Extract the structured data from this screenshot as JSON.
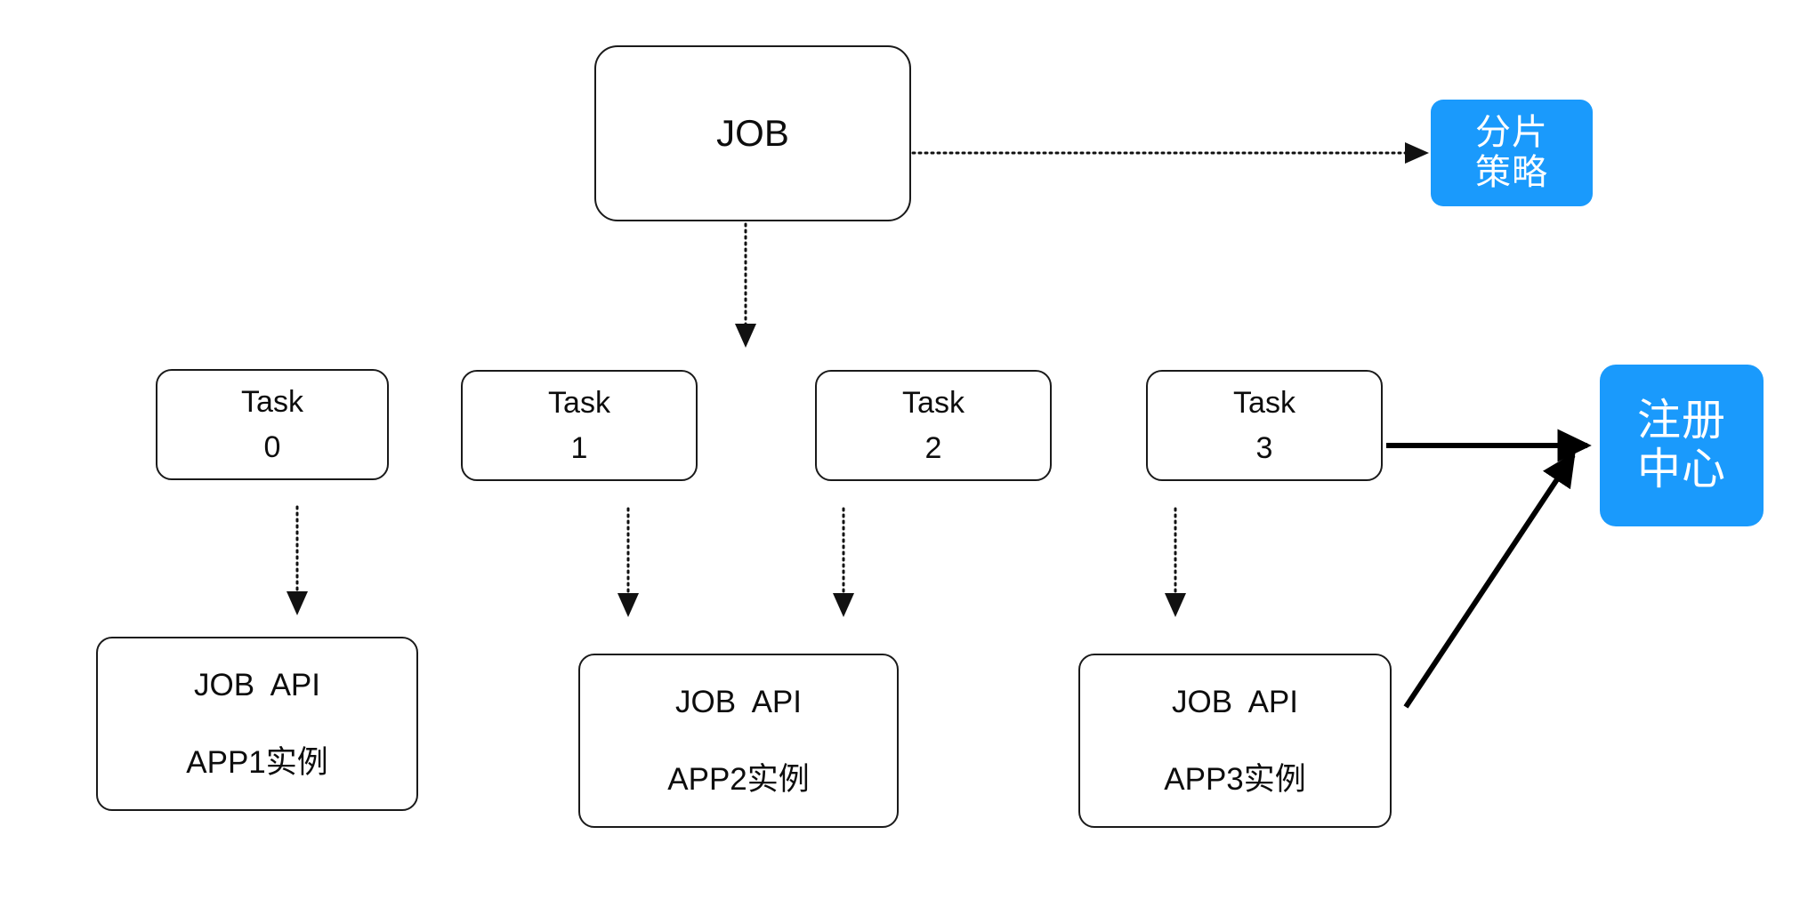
{
  "diagram": {
    "title": "JOB sharding and registry architecture",
    "colors": {
      "accent_blue": "#1a9afc",
      "stroke": "#1a1a1a",
      "background": "#ffffff",
      "blue_text": "#ffffff"
    },
    "nodes": {
      "job": {
        "label": "JOB"
      },
      "shard_strategy": {
        "line1": "分片",
        "line2": "策略"
      },
      "registry": {
        "line1": "注册",
        "line2": "中心"
      },
      "tasks": [
        {
          "line1": "Task",
          "line2": "0"
        },
        {
          "line1": "Task",
          "line2": "1"
        },
        {
          "line1": "Task",
          "line2": "2"
        },
        {
          "line1": "Task",
          "line2": "3"
        }
      ],
      "apps": [
        {
          "line1": "JOB  API",
          "line2": "APP1实例"
        },
        {
          "line1": "JOB  API",
          "line2": "APP2实例"
        },
        {
          "line1": "JOB  API",
          "line2": "APP3实例"
        }
      ]
    },
    "edges": [
      {
        "name": "job-to-shard-strategy",
        "style": "dotted",
        "from": "JOB",
        "to": "分片策略"
      },
      {
        "name": "job-to-tasks",
        "style": "dotted",
        "from": "JOB",
        "to": "Task 1"
      },
      {
        "name": "task0-to-app1",
        "style": "dotted",
        "from": "Task 0",
        "to": "APP1实例"
      },
      {
        "name": "task1-to-app2",
        "style": "dotted",
        "from": "Task 1",
        "to": "APP2实例"
      },
      {
        "name": "task2-to-app2",
        "style": "dotted",
        "from": "Task 2",
        "to": "APP2实例"
      },
      {
        "name": "task3-to-app3",
        "style": "dotted",
        "from": "Task 3",
        "to": "APP3实例"
      },
      {
        "name": "task3-to-registry",
        "style": "solid",
        "from": "Task 3",
        "to": "注册中心"
      },
      {
        "name": "app3-to-registry",
        "style": "solid",
        "from": "APP3实例",
        "to": "注册中心"
      }
    ]
  }
}
